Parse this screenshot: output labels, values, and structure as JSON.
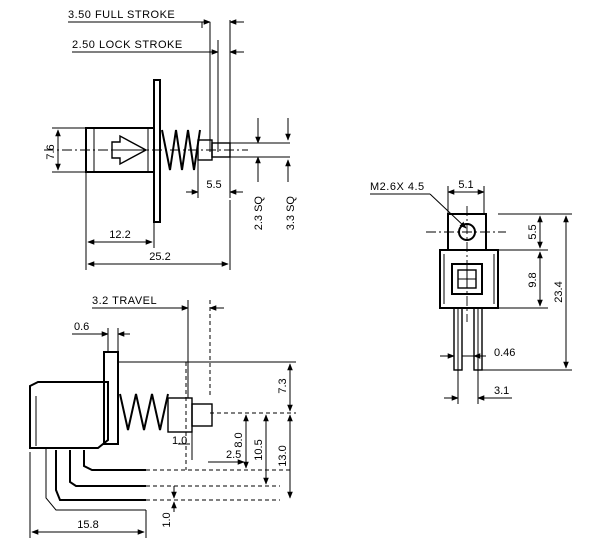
{
  "labels": {
    "full_stroke": "3.50 FULL STROKE",
    "lock_stroke": "2.50 LOCK STROKE",
    "travel": "3.2 TRAVEL",
    "screw": "M2.6X 4.5"
  },
  "dims": {
    "d7_6": "7.6",
    "d5_5a": "5.5",
    "d2_3sq": "2.3 SQ",
    "d3_3sq": "3.3 SQ",
    "d12_2": "12.2",
    "d25_2": "25.2",
    "d0_6": "0.6",
    "d7_3": "7.3",
    "d1_0a": "1.0",
    "d2_5": "2.5",
    "d8_0": "8.0",
    "d10_5": "10.5",
    "d13_0": "13.0",
    "d15_8": "15.8",
    "d1_0b": "1.0",
    "d5_1": "5.1",
    "d5_5b": "5.5",
    "d9_8": "9.8",
    "d23_4": "23.4",
    "d0_46": "0.46",
    "d3_1": "3.1"
  }
}
